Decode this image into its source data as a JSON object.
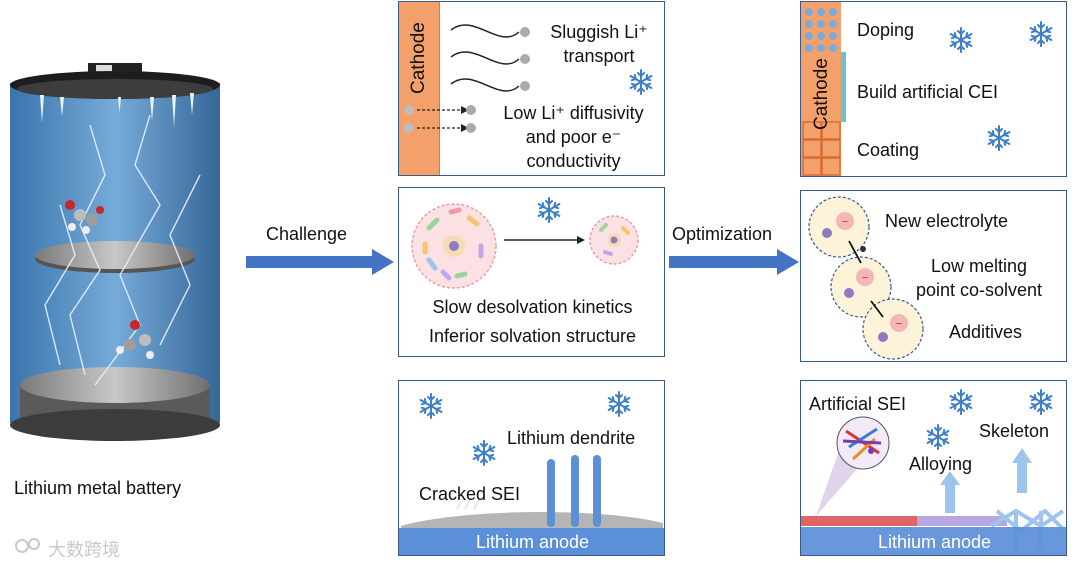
{
  "battery": {
    "label": "Lithium metal battery"
  },
  "arrows": {
    "challenge": "Challenge",
    "optimization": "Optimization"
  },
  "challenge": {
    "cathode": {
      "label": "Cathode",
      "sluggish_line1": "Sluggish Li⁺",
      "sluggish_line2": "transport",
      "diffusivity_line1": "Low Li⁺ diffusivity",
      "diffusivity_line2": "and poor e⁻",
      "diffusivity_line3": "conductivity"
    },
    "electrolyte": {
      "line1": "Slow desolvation kinetics",
      "line2": "Inferior solvation structure"
    },
    "anode": {
      "dendrite": "Lithium dendrite",
      "cracked_sei": "Cracked SEI",
      "anode": "Lithium anode"
    }
  },
  "optimization": {
    "cathode": {
      "label": "Cathode",
      "doping": "Doping",
      "cei": "Build artificial CEI",
      "coating": "Coating"
    },
    "electrolyte": {
      "new": "New electrolyte",
      "cosolvent_line1": "Low melting",
      "cosolvent_line2": "point co-solvent",
      "additives": "Additives"
    },
    "anode": {
      "sei": "Artificial SEI",
      "alloying": "Alloying",
      "skeleton": "Skeleton",
      "anode": "Lithium anode"
    }
  },
  "watermark": "大数跨境"
}
